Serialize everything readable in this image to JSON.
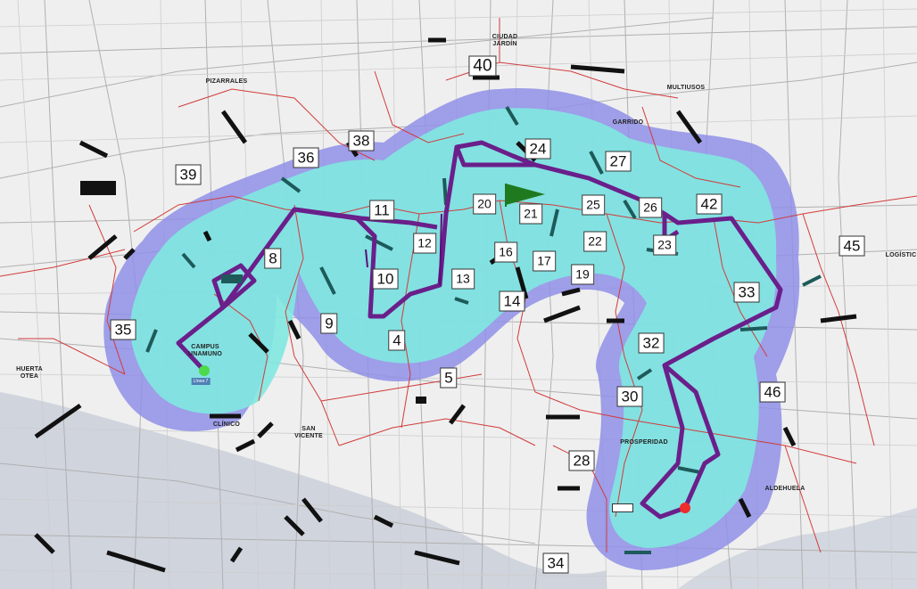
{
  "colors": {
    "buffer_outer": "#8f8fe8",
    "buffer_inner": "#7fe8e0",
    "route": "#6a1f8a",
    "district_border": "#d23b3b",
    "street": "#a8a8a8",
    "river": "#c8cdd8",
    "start_marker": "#4cd94c",
    "end_marker": "#ef2b2b",
    "flag": "#1f7a1f",
    "crossing": "#111111",
    "crossing_teal": "#1e5a5a"
  },
  "zones": [
    "40",
    "38",
    "36",
    "39",
    "24",
    "27",
    "11",
    "20",
    "21",
    "25",
    "26",
    "42",
    "12",
    "16",
    "17",
    "22",
    "23",
    "45",
    "8",
    "10",
    "13",
    "19",
    "14",
    "33",
    "35",
    "9",
    "4",
    "32",
    "5",
    "30",
    "46",
    "28",
    "34"
  ],
  "places": {
    "pizarrales": "PIZARRALES",
    "ciudad_jardin": "CIUDAD\nJARDÍN",
    "garrido": "GARRIDO",
    "multiusos": "MULTIUSOS",
    "huerta_otea": "HUERTA\nOTEA",
    "campus": "CAMPUS\nUNAMUNO",
    "clinico": "CLÍNICO",
    "san_vicente": "SAN\nVICENTE",
    "prosperidad": "PROSPERIDAD",
    "aldehuela": "ALDEHUELA",
    "logistica": "LOGÍSTIC"
  },
  "stop_tag": "Línea 7",
  "icons": {
    "start": "start-point-icon",
    "end": "end-point-icon",
    "flag": "flag-icon"
  }
}
